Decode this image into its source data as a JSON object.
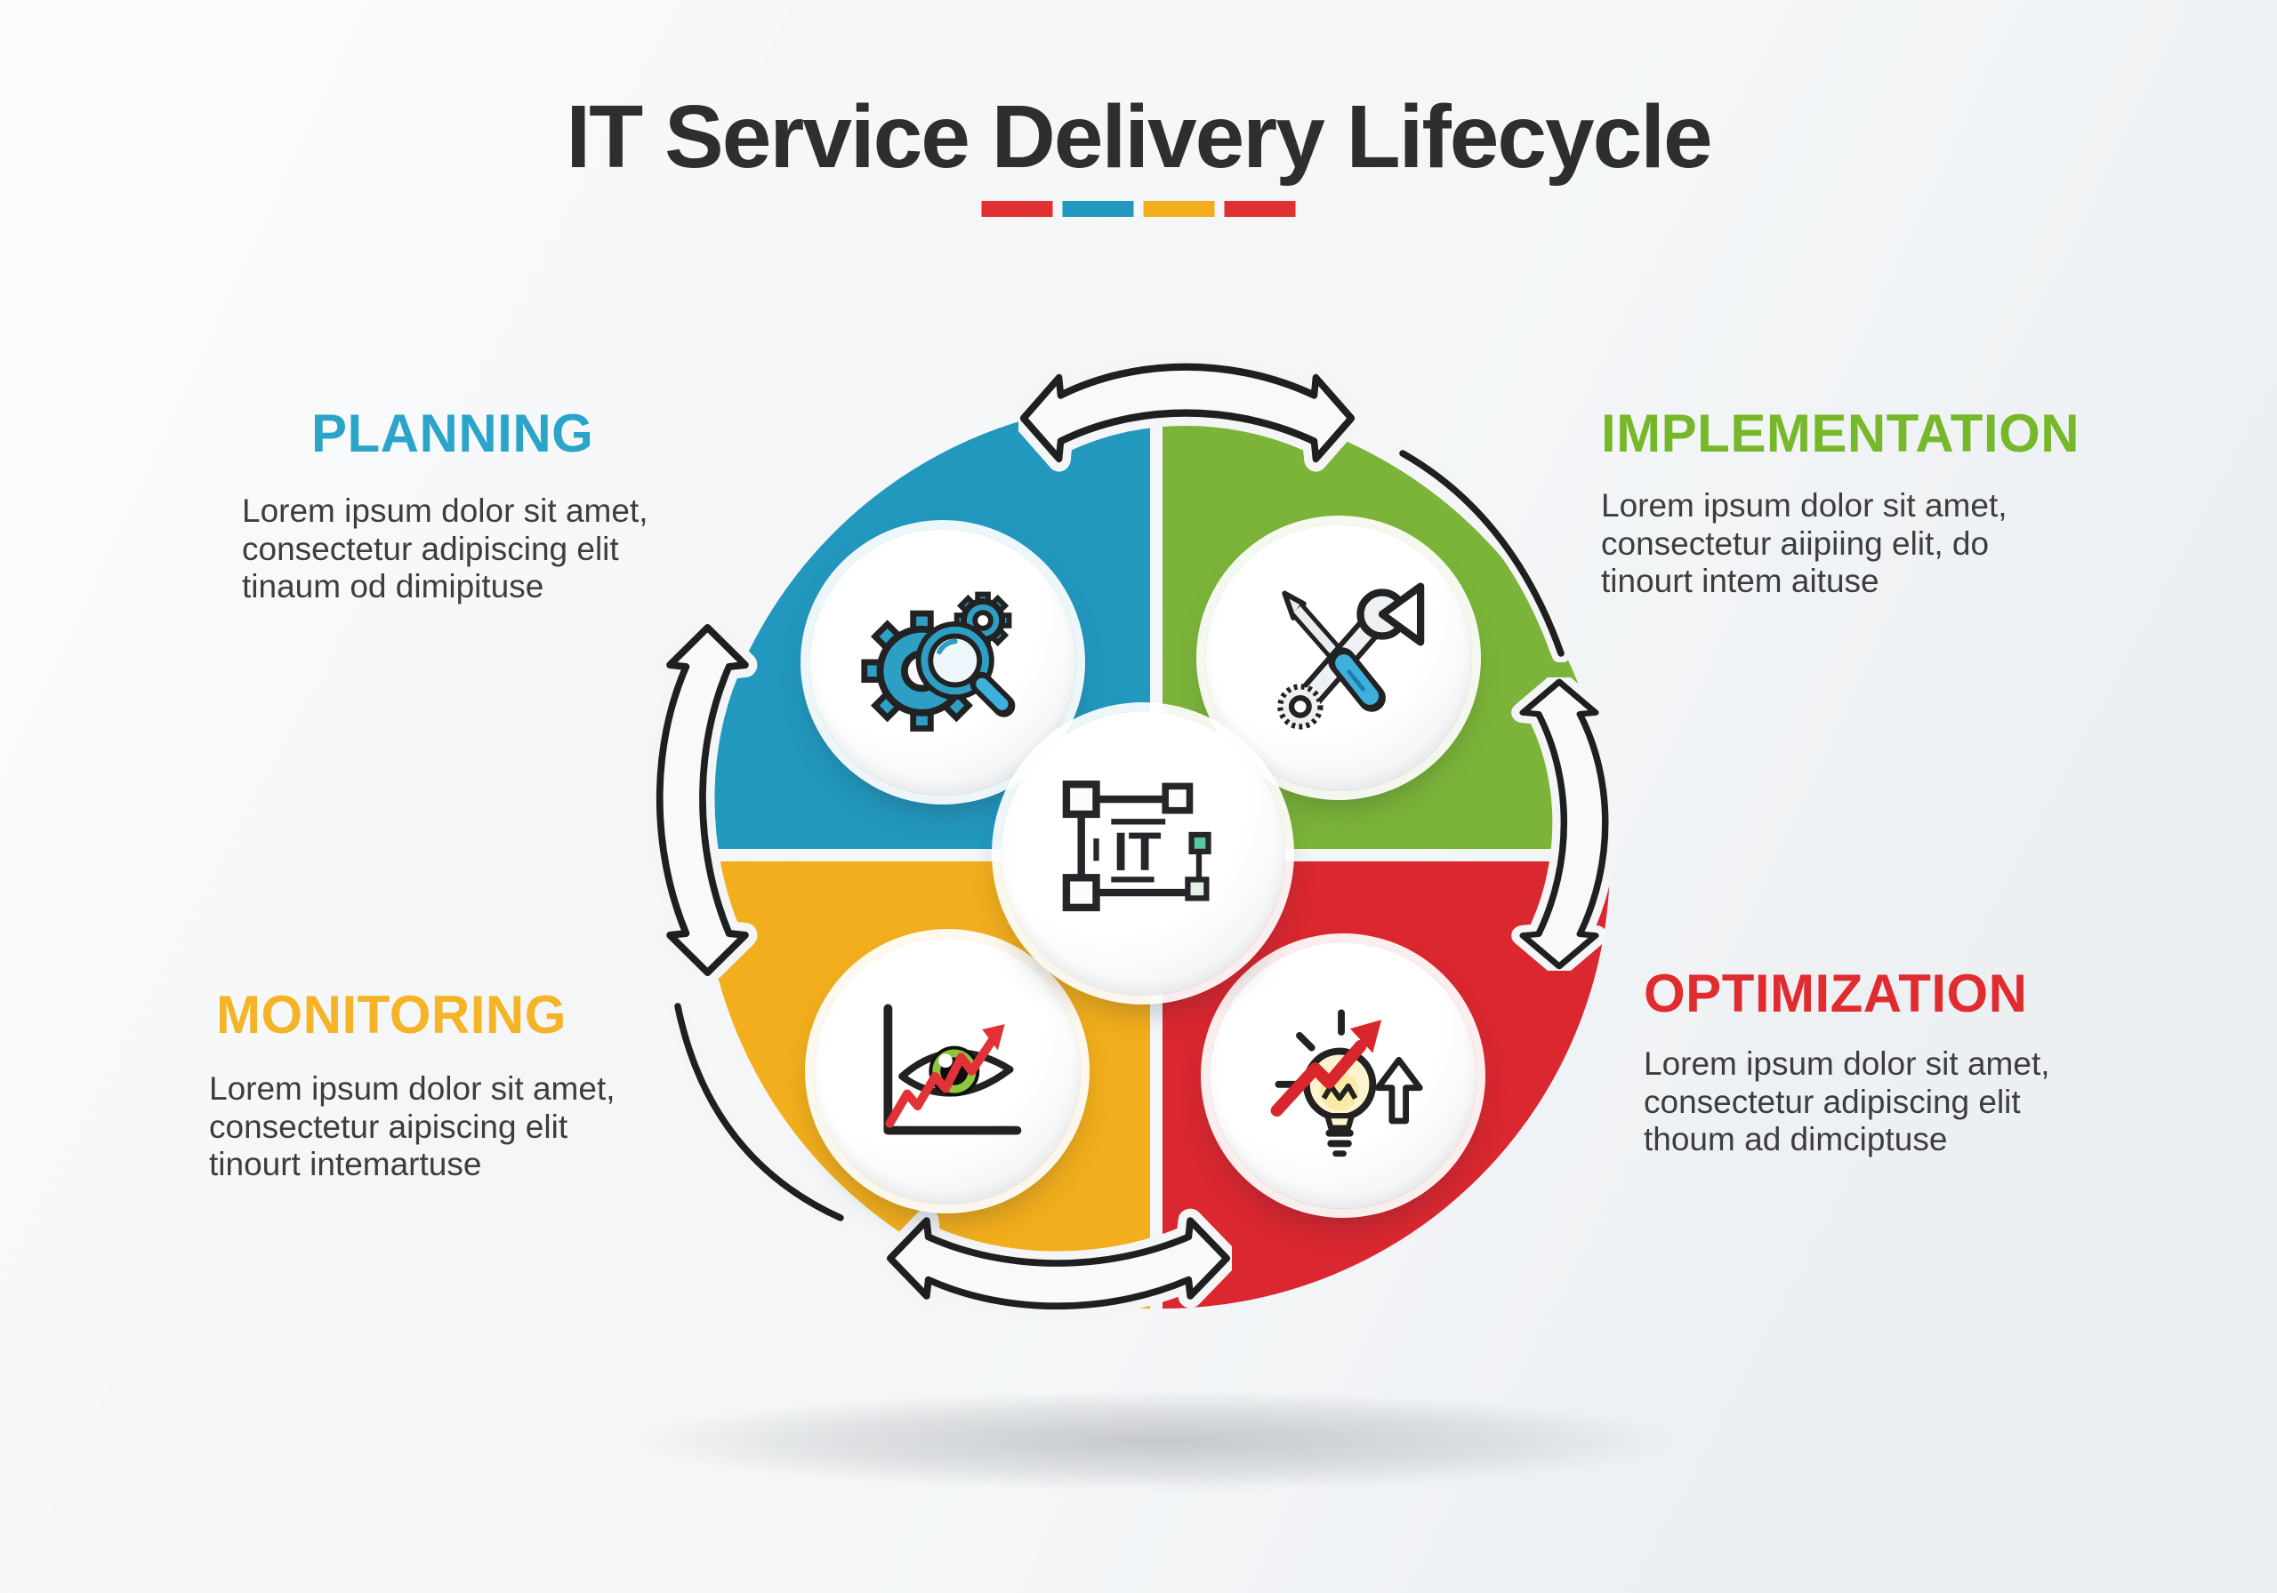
{
  "title": "IT Service Delivery Lifecycle",
  "title_underline_colors": [
    "#e0302f",
    "#2398bf",
    "#f2ae1c",
    "#e0302f"
  ],
  "center": {
    "label": "IT",
    "icon": "it-blueprint-icon"
  },
  "sections": {
    "planning": {
      "label": "PLANNING",
      "description": "Lorem ipsum dolor sit amet, consectetur adipiscing elit tinaum od dimipituse",
      "heading_color": "#2aa4c9",
      "quadrant_color": "#2398bf",
      "icon": "gear-magnifier-icon",
      "position": "top-left"
    },
    "implementation": {
      "label": "IMPLEMENTATION",
      "description": "Lorem ipsum dolor sit amet, consectetur aiipiing elit, do tinourt intem aituse",
      "heading_color": "#76b82a",
      "quadrant_color": "#7cb439",
      "icon": "wrench-screwdriver-icon",
      "position": "top-right"
    },
    "monitoring": {
      "label": "MONITORING",
      "description": "Lorem ipsum dolor sit amet, consectetur aipiscing elit tinourt intemartuse",
      "heading_color": "#f5b327",
      "quadrant_color": "#f2ae1c",
      "icon": "eye-analytics-icon",
      "position": "bottom-left"
    },
    "optimization": {
      "label": "OPTIMIZATION",
      "description": "Lorem ipsum dolor sit amet, consectetur adipiscing elit thoum ad dimciptuse",
      "heading_color": "#e02b2f",
      "quadrant_color": "#da2730",
      "icon": "lightbulb-growth-icon",
      "position": "bottom-right"
    }
  },
  "arrows": {
    "top": "curved-double-arrow",
    "bottom": "curved-double-arrow",
    "left": "curved-double-arrow",
    "right": "curved-double-arrow",
    "connector_top_right": "thin-arc",
    "connector_bottom_left": "thin-arc"
  }
}
